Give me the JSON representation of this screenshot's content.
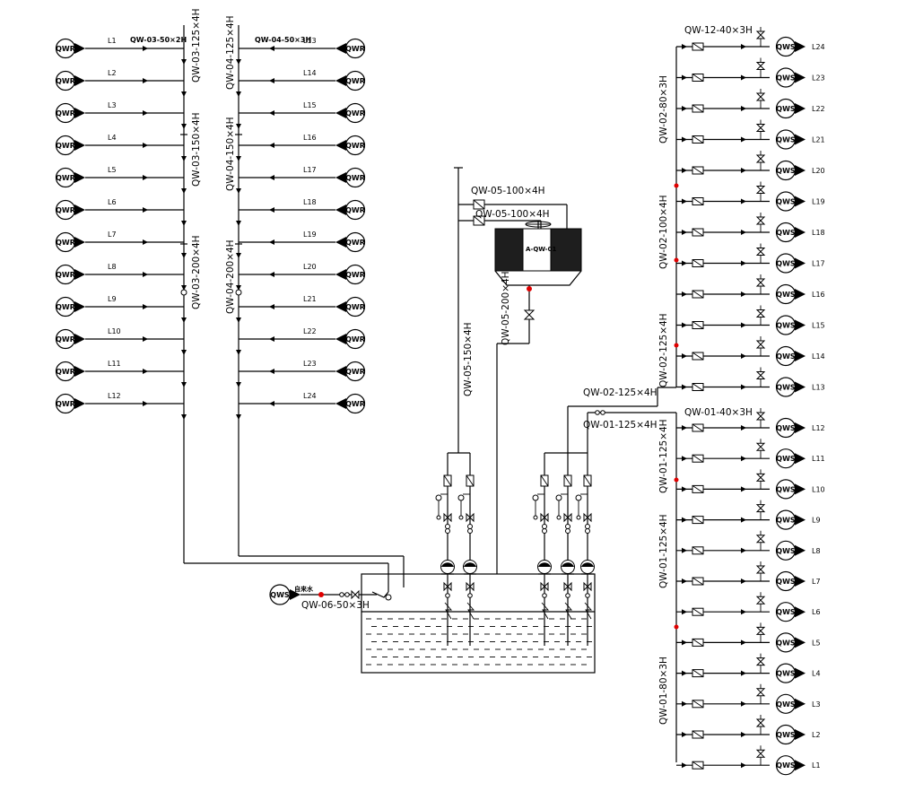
{
  "left_block": {
    "header_left": "QW-03-50×2H",
    "header_right": "QW-04-50×3H",
    "main_a": [
      "QW-03-125×4H",
      "QW-03-150×4H",
      "QW-03-200×4H"
    ],
    "main_b": [
      "QW-04-125×4H",
      "QW-04-150×4H",
      "QW-04-200×4H"
    ],
    "terminal_label": "QWR",
    "left_loops": [
      "L1",
      "L2",
      "L3",
      "L4",
      "L5",
      "L6",
      "L7",
      "L8",
      "L9",
      "L10",
      "L11",
      "L12"
    ],
    "right_loops": [
      "L13",
      "L14",
      "L15",
      "L16",
      "L17",
      "L18",
      "L19",
      "L20",
      "L21",
      "L22",
      "L23",
      "L24"
    ]
  },
  "cooling_tower": {
    "label": "A-QW-01",
    "pipe_top1": "QW-05-100×4H",
    "pipe_top2": "QW-05-100×4H",
    "pipe_down": "QW-05-200×4H",
    "pipe_return": "QW-05-150×4H"
  },
  "right_block": {
    "terminal_label": "QWS",
    "header_upper": "QW-12-40×3H",
    "header_lower": "QW-01-40×3H",
    "feed_upper": "QW-02-125×4H",
    "feed_lower": "QW-01-125×4H",
    "upper_main": [
      "QW-02-80×3H",
      "QW-02-100×4H",
      "QW-02-125×4H"
    ],
    "lower_main": [
      "QW-01-125×4H",
      "QW-01-125×4H",
      "QW-01-80×3H"
    ],
    "upper_loops": [
      "L24",
      "L23",
      "L22",
      "L21",
      "L20",
      "L19",
      "L18",
      "L17",
      "L16",
      "L15",
      "L14",
      "L13"
    ],
    "lower_loops": [
      "L12",
      "L11",
      "L10",
      "L9",
      "L8",
      "L7",
      "L6",
      "L5",
      "L4",
      "L3",
      "L2",
      "L1"
    ]
  },
  "tank": {
    "makeup_label": "自来水",
    "makeup_pipe": "QW-06-50×3H",
    "makeup_terminal": "QWS"
  }
}
